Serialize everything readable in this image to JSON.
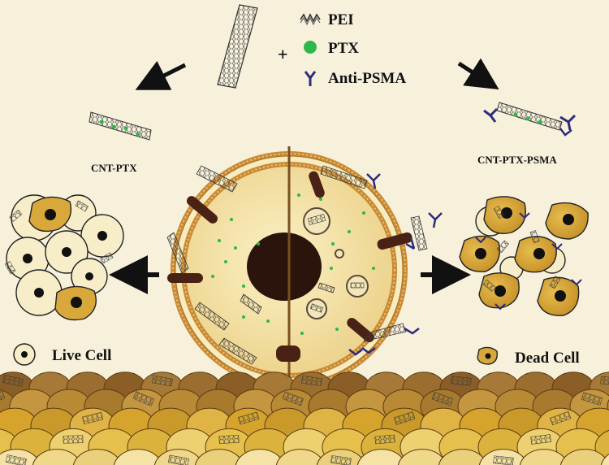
{
  "legend": {
    "plus": "+",
    "pei": "PEI",
    "ptx": "PTX",
    "anti_psma": "Anti-PSMA",
    "live_cell": "Live Cell",
    "dead_cell": "Dead Cell"
  },
  "labels": {
    "cnt_ptx": "CNT-PTX",
    "cnt_ptx_psma": "CNT-PTX-PSMA"
  },
  "colors": {
    "background": "#f7f1dc",
    "ptx_green": "#2eb84a",
    "antibody_navy": "#2d2b7a",
    "cell_live_fill": "#f6e6a8",
    "cell_dead_fill": "#d9a83a",
    "membrane_head": "#c98a35",
    "receptor_brown": "#4a2215",
    "tissue_gold": "#d6a42c",
    "tissue_brown": "#9b6e2f"
  },
  "icons": [
    "nanotube-icon",
    "pei-polymer-icon",
    "ptx-drug-icon",
    "antibody-icon",
    "arrow-icon",
    "cell-icon"
  ]
}
